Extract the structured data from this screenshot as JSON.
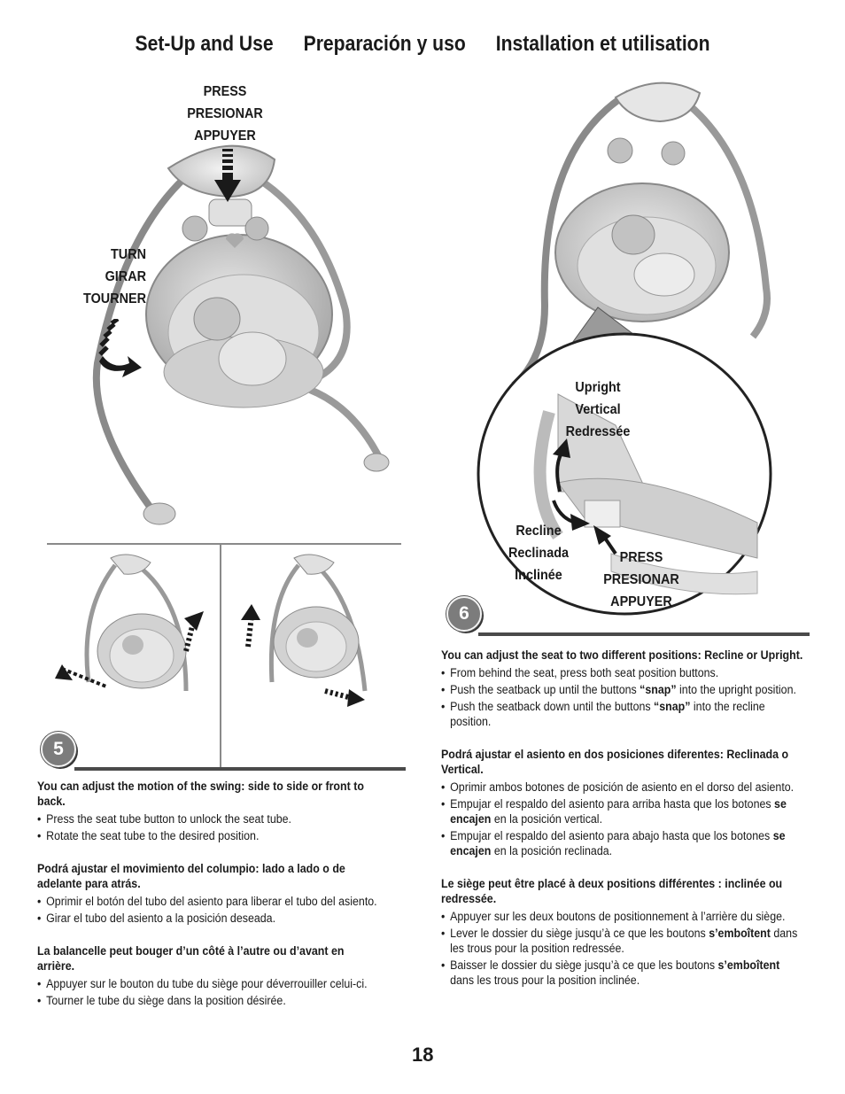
{
  "header": {
    "titles": [
      "Set-Up and Use",
      "Preparación y uso",
      "Installation et utilisation"
    ]
  },
  "figure_top_left": {
    "press_labels": [
      "PRESS",
      "PRESIONAR",
      "APPUYER"
    ],
    "turn_labels": [
      "TURN",
      "GIRAR",
      "TOURNER"
    ]
  },
  "figure_right": {
    "upright_labels": [
      "Upright",
      "Vertical",
      "Redressée"
    ],
    "recline_labels": [
      "Recline",
      "Reclinada",
      "Inclinée"
    ],
    "press_labels": [
      "PRESS",
      "PRESIONAR",
      "APPUYER"
    ]
  },
  "steps": {
    "step5": "5",
    "step6": "6"
  },
  "section5": {
    "en_heading": "You can adjust the motion of the swing: side to side or front to back.",
    "en_items": [
      "Press the seat tube button to unlock the seat tube.",
      "Rotate the seat tube to the desired position."
    ],
    "es_heading": "Podrá ajustar el movimiento del columpio: lado a lado o de adelante para atrás.",
    "es_items": [
      "Oprimir el botón del tubo del asiento para liberar el tubo del asiento.",
      "Girar el tubo del asiento a la posición deseada."
    ],
    "fr_heading": "La balancelle peut bouger d’un côté à l’autre ou d’avant en arrière.",
    "fr_items": [
      "Appuyer sur le bouton du tube du siège pour déverrouiller celui-ci.",
      "Tourner le tube du siège dans la position désirée."
    ]
  },
  "section6": {
    "en_heading": "You can adjust the seat to two different positions: Recline or Upright.",
    "en_items": [
      "From behind the seat, press both seat position buttons.",
      {
        "pre": "Push the seatback up until the buttons ",
        "bold": "“snap”",
        "post": " into the upright position."
      },
      {
        "pre": "Push the seatback down until the buttons ",
        "bold": "“snap”",
        "post": " into the recline position."
      }
    ],
    "es_heading": "Podrá ajustar el asiento en dos posiciones diferentes: Reclinada o Vertical.",
    "es_items": [
      "Oprimir ambos botones de posición de asiento en el dorso del asiento.",
      {
        "pre": "Empujar el respaldo del asiento para arriba hasta que los botones ",
        "bold": "se encajen",
        "post": " en la posición vertical."
      },
      {
        "pre": "Empujar el respaldo del asiento para abajo hasta que los botones ",
        "bold": "se encajen",
        "post": " en la posición reclinada."
      }
    ],
    "fr_heading": "Le siège peut être placé à deux positions différentes : inclinée ou redressée.",
    "fr_items": [
      "Appuyer sur les deux boutons de positionnement à l’arrière du siège.",
      {
        "pre": "Lever le dossier du siège jusqu’à ce que les boutons ",
        "bold": "s’emboîtent",
        "post": " dans les trous pour la position redressée."
      },
      {
        "pre": "Baisser le dossier du siège jusqu’à ce que les boutons ",
        "bold": "s’emboîtent",
        "post": " dans les trous pour la position inclinée."
      }
    ]
  },
  "footer": {
    "page_number": "18"
  }
}
